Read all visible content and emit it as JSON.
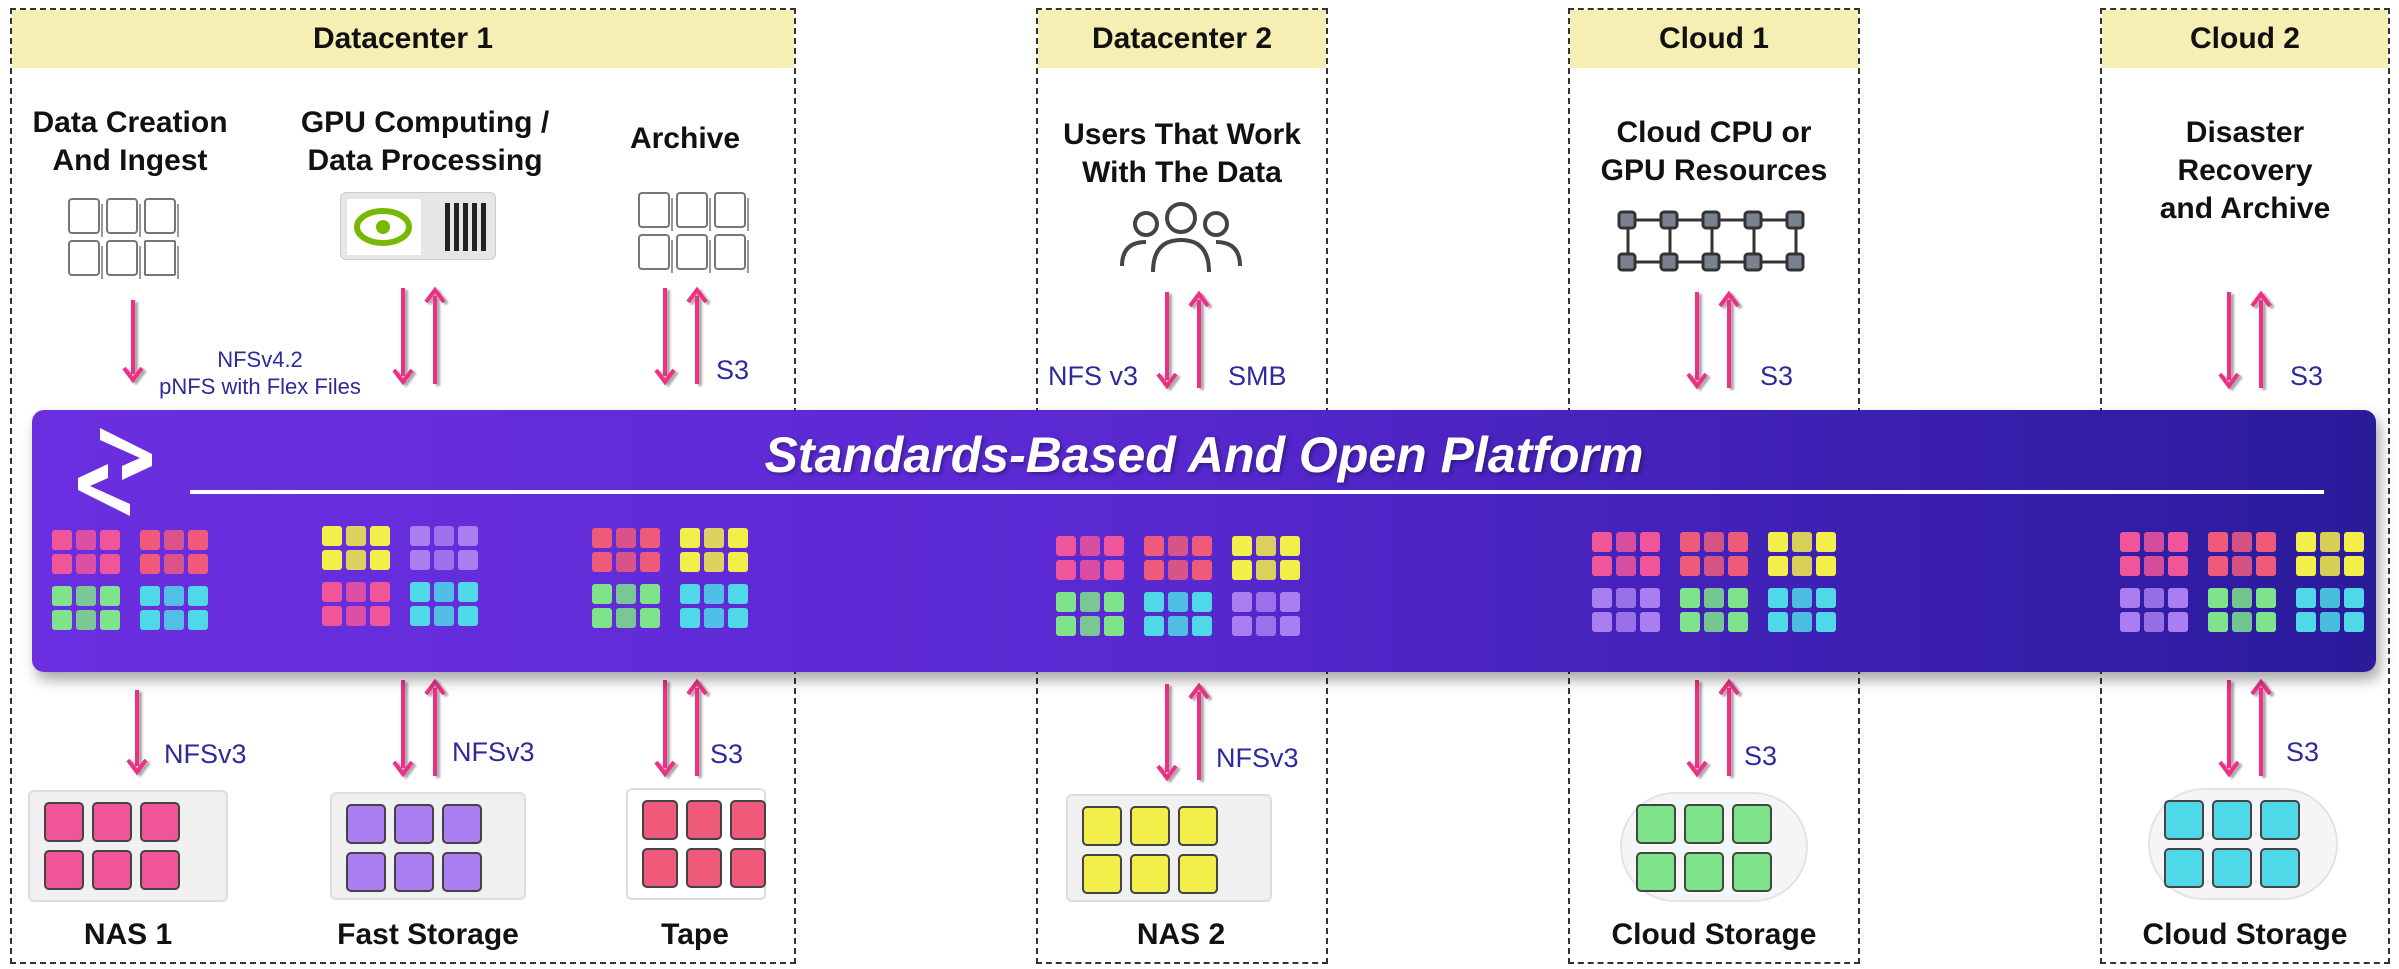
{
  "zones": [
    {
      "title": "Datacenter 1"
    },
    {
      "title": "Datacenter 2"
    },
    {
      "title": "Cloud 1"
    },
    {
      "title": "Cloud 2"
    }
  ],
  "top_labels": {
    "data_creation": "Data Creation\nAnd Ingest",
    "gpu_computing": "GPU Computing /\nData Processing",
    "archive": "Archive",
    "users": "Users That Work\nWith The Data",
    "cloud_cpu": "Cloud CPU or\nGPU Resources",
    "disaster": "Disaster\nRecovery\nand Archive"
  },
  "top_protocols": {
    "nfs42": "NFSv4.2\npNFS with Flex Files",
    "archive_s3": "S3",
    "dc2_nfs": "NFS v3",
    "dc2_smb": "SMB",
    "cloud1_s3": "S3",
    "cloud2_s3": "S3"
  },
  "banner": {
    "title": "Standards-Based And Open Platform"
  },
  "bottom_protocols": {
    "nas1": "NFSv3",
    "fast": "NFSv3",
    "tape": "S3",
    "nas2": "NFSv3",
    "cloud1": "S3",
    "cloud2": "S3"
  },
  "bottom_labels": {
    "nas1": "NAS 1",
    "fast": "Fast Storage",
    "tape": "Tape",
    "nas2": "NAS 2",
    "cloud1": "Cloud Storage",
    "cloud2": "Cloud Storage"
  },
  "colors": {
    "pink": "#f0559a",
    "yellow": "#f3ef4a",
    "purple": "#a97ef0",
    "green": "#7ee38a",
    "cyan": "#4fd8e8",
    "red": "#ef5a7a",
    "arrow": "#ef2f86"
  },
  "icons": [
    "document-icon",
    "video-icon",
    "gear-icon",
    "audio-icon",
    "image-icon",
    "dna-icon",
    "folder-icon",
    "users-icon",
    "nvidia-gpu-icon",
    "node-network-icon",
    "platform-logo-icon"
  ]
}
